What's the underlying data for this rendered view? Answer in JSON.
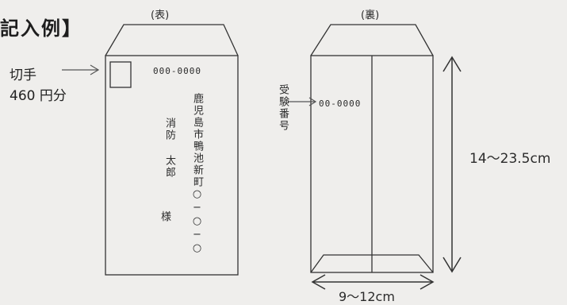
{
  "heading": "記入例】",
  "labels": {
    "front": "(表)",
    "back": "(裏)"
  },
  "stamp": {
    "line1": "切手",
    "line2": "460 円分"
  },
  "front": {
    "zip": "000-0000",
    "address": "鹿児島市鴨池新町○−○−○",
    "recipient": "消防 太郎",
    "honorific": "様"
  },
  "back": {
    "exam_label": "受験番号",
    "exam_number": "00-0000"
  },
  "dimensions": {
    "height": "14〜23.5cm",
    "width": "9〜12cm"
  }
}
